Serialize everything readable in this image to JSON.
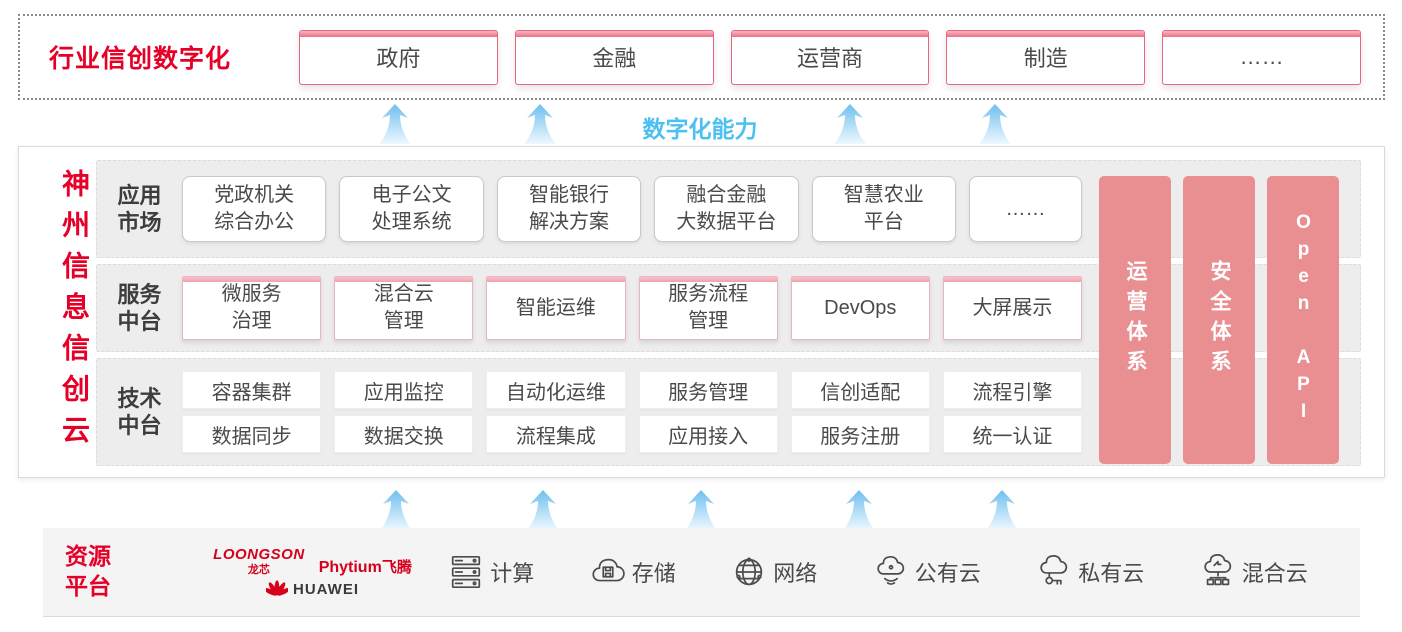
{
  "colors": {
    "brand_red": "#e60028",
    "pillar_pink": "#e98f92",
    "capability_blue": "#4cc0f0"
  },
  "top_band": {
    "title": "行业信创数字化",
    "industries": [
      "政府",
      "金融",
      "运营商",
      "制造",
      "……"
    ]
  },
  "capability_label": "数字化能力",
  "cloud_platform": {
    "vertical_title": "神州信息信创云",
    "rows": [
      {
        "label": "应用\n市场",
        "items": [
          "党政机关\n综合办公",
          "电子公文\n处理系统",
          "智能银行\n解决方案",
          "融合金融\n大数据平台",
          "智慧农业\n平台",
          "……"
        ]
      },
      {
        "label": "服务\n中台",
        "items": [
          "微服务\n治理",
          "混合云\n管理",
          "智能运维",
          "服务流程\n管理",
          "DevOps",
          "大屏展示"
        ]
      },
      {
        "label": "技术\n中台",
        "items": [
          [
            "容器集群",
            "应用监控",
            "自动化运维",
            "服务管理",
            "信创适配",
            "流程引擎"
          ],
          [
            "数据同步",
            "数据交换",
            "流程集成",
            "应用接入",
            "服务注册",
            "统一认证"
          ]
        ]
      }
    ],
    "pillars": [
      "运营体系",
      "安全体系",
      "Open API"
    ]
  },
  "resource_band": {
    "label": "资源\n平台",
    "vendors": {
      "loongson_en": "LOONGSON",
      "loongson_cn": "龙芯",
      "phytium_en": "Phytium",
      "phytium_cn": "飞腾",
      "huawei": "HUAWEI"
    },
    "resources": [
      {
        "label": "计算"
      },
      {
        "label": "存储"
      },
      {
        "label": "网络"
      },
      {
        "label": "公有云"
      },
      {
        "label": "私有云"
      },
      {
        "label": "混合云"
      }
    ]
  }
}
